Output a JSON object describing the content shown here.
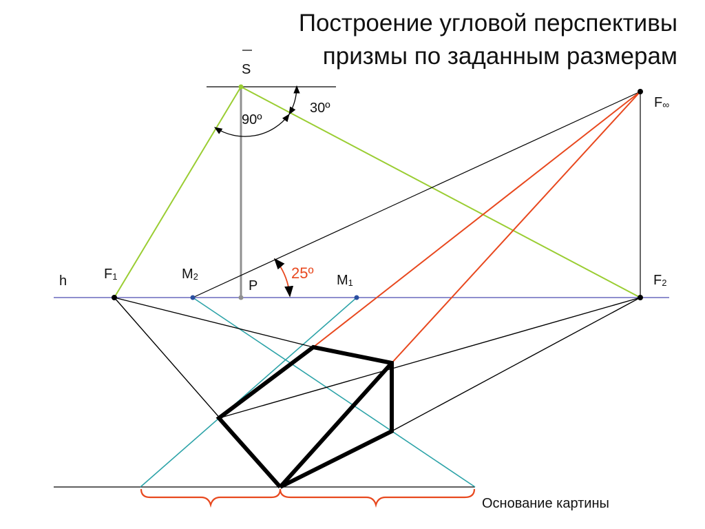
{
  "title": {
    "line1": "Построение угловой перспективы",
    "line2": "призмы по заданным размерам"
  },
  "labels": {
    "s_bar": "S",
    "horizon": "h",
    "f1": "F",
    "f1_sub": "1",
    "f2": "F",
    "f2_sub": "2",
    "f_inf": "F",
    "f_inf_sub": "∞",
    "m1": "M",
    "m1_sub": "1",
    "m2": "M",
    "m2_sub": "2",
    "p": "P",
    "angle_90": "90º",
    "angle_30": "30º",
    "angle_25": "25º",
    "picture_base": "Основание картины"
  },
  "colors": {
    "green": "#9acd32",
    "red": "#e8481e",
    "teal": "#2ca3a8",
    "horizon": "#4a4ab0",
    "gray": "#909090",
    "black": "#000000"
  }
}
